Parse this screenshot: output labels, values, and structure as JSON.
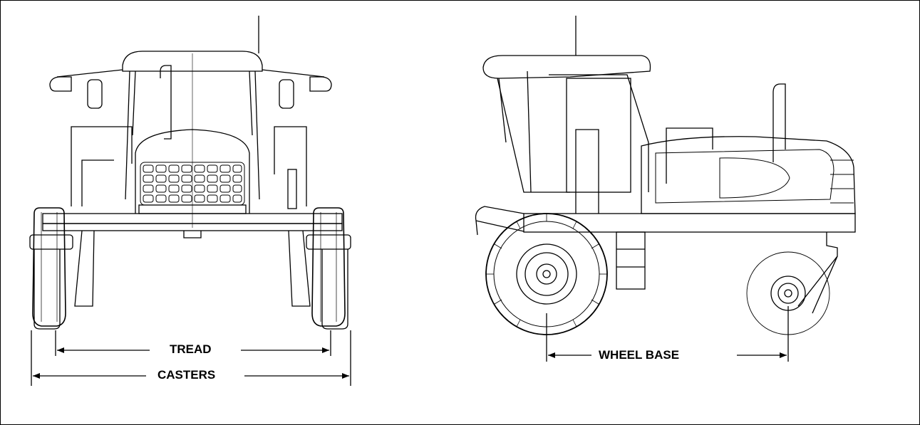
{
  "labels": {
    "tread": "TREAD",
    "casters": "CASTERS",
    "wheel_base": "WHEEL BASE"
  },
  "colors": {
    "line": "#000000",
    "background": "#ffffff"
  }
}
